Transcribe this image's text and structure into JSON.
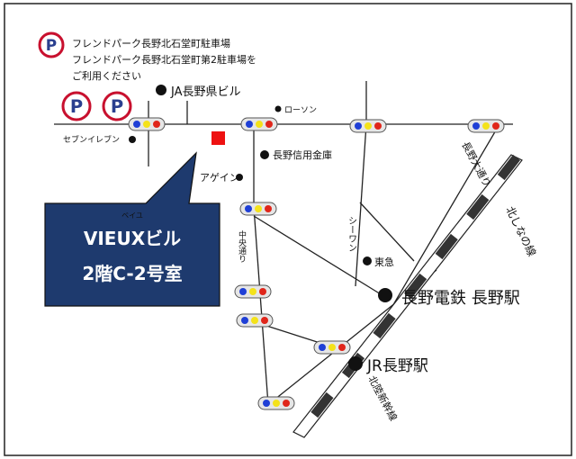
{
  "parking_notice": {
    "line1": "フレンドパーク長野北石堂町駐車場",
    "line2": "フレンドパーク長野北石堂町第2駐車場を",
    "line3": "ご利用ください",
    "icon_letter": "P"
  },
  "callout": {
    "ruby": "ベイユ",
    "line1": "VIEUXビル",
    "line2": "2階C-2号室"
  },
  "landmarks": {
    "ja_building": "JA長野県ビル",
    "lawson": "ローソン",
    "seven_eleven": "セブンイレブン",
    "shinkin": "長野信用金庫",
    "agein": "アゲイン",
    "tokyu": "東急",
    "nagano_dentetsu": "長野電鉄 長野駅",
    "jr_nagano": "JR長野駅"
  },
  "roads": {
    "chuo_dori": "中央通り",
    "nagano_odori": "長野大通り",
    "shiwon": "シーワン"
  },
  "railways": {
    "kita_shinano": "北しなの線",
    "hokuriku_shinkansen": "北陸新幹線"
  },
  "colors": {
    "callout_bg": "#1e3a6e",
    "callout_text": "#ffffff",
    "parking_ring": "#c8102e",
    "parking_letter": "#2a3f8f",
    "building_marker": "#ee1111",
    "signal_blue": "#1f3fd6",
    "signal_yellow": "#f4e21a",
    "signal_red": "#e0261b",
    "rail_dark": "#333333"
  }
}
